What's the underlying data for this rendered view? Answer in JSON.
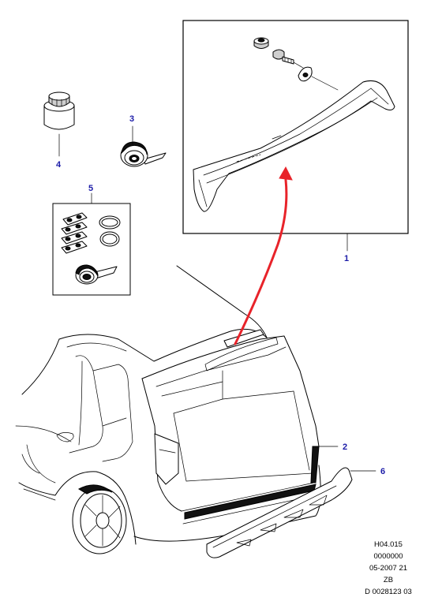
{
  "diagram": {
    "callouts": [
      {
        "id": "1",
        "label": "1"
      },
      {
        "id": "2",
        "label": "2"
      },
      {
        "id": "3",
        "label": "3"
      },
      {
        "id": "4",
        "label": "4"
      },
      {
        "id": "5",
        "label": "5"
      },
      {
        "id": "6",
        "label": "6"
      }
    ],
    "reference_codes": [
      "H04.015",
      "0000000",
      "05-2007 21",
      "ZB",
      "D 0028123 03"
    ],
    "colors": {
      "callout_text": "#1c1ca8",
      "arrow": "#e8232a",
      "line": "#000000",
      "background": "#ffffff"
    }
  }
}
